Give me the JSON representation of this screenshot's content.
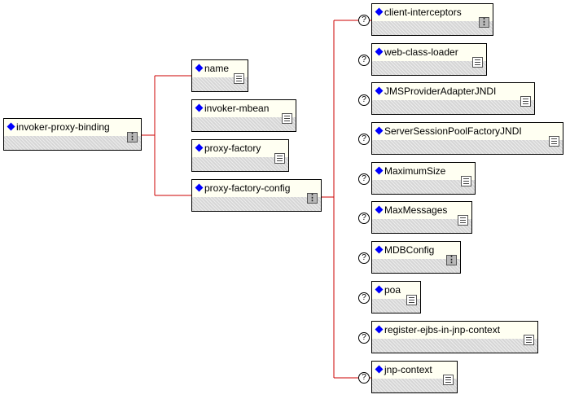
{
  "root": {
    "label": "invoker-proxy-binding",
    "icon": "sequence-icon"
  },
  "children": [
    {
      "label": "name",
      "icon": "document-icon"
    },
    {
      "label": "invoker-mbean",
      "icon": "document-icon"
    },
    {
      "label": "proxy-factory",
      "icon": "document-icon"
    },
    {
      "label": "proxy-factory-config",
      "icon": "sequence-icon"
    }
  ],
  "config_children": [
    {
      "label": "client-interceptors",
      "icon": "sequence-icon",
      "optional": "?"
    },
    {
      "label": "web-class-loader",
      "icon": "document-icon",
      "optional": "?"
    },
    {
      "label": "JMSProviderAdapterJNDI",
      "icon": "document-icon",
      "optional": "?"
    },
    {
      "label": "ServerSessionPoolFactoryJNDI",
      "icon": "document-icon",
      "optional": "?"
    },
    {
      "label": "MaximumSize",
      "icon": "document-icon",
      "optional": "?"
    },
    {
      "label": "MaxMessages",
      "icon": "document-icon",
      "optional": "?"
    },
    {
      "label": "MDBConfig",
      "icon": "sequence-icon",
      "optional": "?"
    },
    {
      "label": "poa",
      "icon": "document-icon",
      "optional": "?"
    },
    {
      "label": "register-ejbs-in-jnp-context",
      "icon": "document-icon",
      "optional": "?"
    },
    {
      "label": "jnp-context",
      "icon": "document-icon",
      "optional": "?"
    }
  ],
  "colors": {
    "connector": "#cc0000",
    "element_marker": "#0000ff",
    "node_header": "#fffff2"
  }
}
